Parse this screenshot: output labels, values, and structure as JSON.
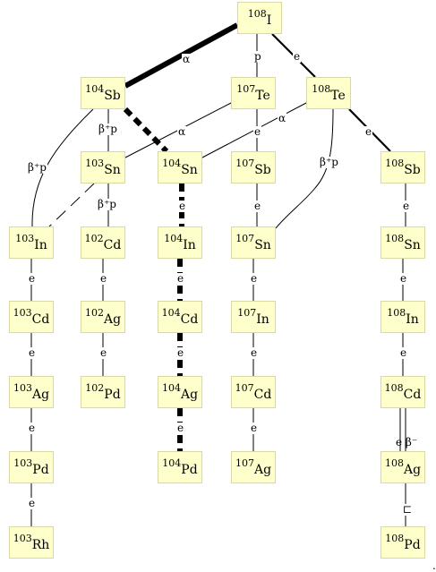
{
  "nodes": [
    {
      "id": "I108",
      "mass": "108",
      "symbol": "I"
    },
    {
      "id": "Sb104",
      "mass": "104",
      "symbol": "Sb"
    },
    {
      "id": "Te107",
      "mass": "107",
      "symbol": "Te"
    },
    {
      "id": "Te108",
      "mass": "108",
      "symbol": "Te"
    },
    {
      "id": "Sn103",
      "mass": "103",
      "symbol": "Sn"
    },
    {
      "id": "Sn104",
      "mass": "104",
      "symbol": "Sn"
    },
    {
      "id": "Sb107",
      "mass": "107",
      "symbol": "Sb"
    },
    {
      "id": "Sb108",
      "mass": "108",
      "symbol": "Sb"
    },
    {
      "id": "In103",
      "mass": "103",
      "symbol": "In"
    },
    {
      "id": "Cd102",
      "mass": "102",
      "symbol": "Cd"
    },
    {
      "id": "In104",
      "mass": "104",
      "symbol": "In"
    },
    {
      "id": "Sn107",
      "mass": "107",
      "symbol": "Sn"
    },
    {
      "id": "Sn108",
      "mass": "108",
      "symbol": "Sn"
    },
    {
      "id": "Cd103",
      "mass": "103",
      "symbol": "Cd"
    },
    {
      "id": "Ag102",
      "mass": "102",
      "symbol": "Ag"
    },
    {
      "id": "Cd104",
      "mass": "104",
      "symbol": "Cd"
    },
    {
      "id": "In107",
      "mass": "107",
      "symbol": "In"
    },
    {
      "id": "In108",
      "mass": "108",
      "symbol": "In"
    },
    {
      "id": "Ag103",
      "mass": "103",
      "symbol": "Ag"
    },
    {
      "id": "Pd102",
      "mass": "102",
      "symbol": "Pd"
    },
    {
      "id": "Ag104",
      "mass": "104",
      "symbol": "Ag"
    },
    {
      "id": "Cd107",
      "mass": "107",
      "symbol": "Cd"
    },
    {
      "id": "Cd108",
      "mass": "108",
      "symbol": "Cd"
    },
    {
      "id": "Pd103",
      "mass": "103",
      "symbol": "Pd"
    },
    {
      "id": "Pd104",
      "mass": "104",
      "symbol": "Pd"
    },
    {
      "id": "Ag107",
      "mass": "107",
      "symbol": "Ag"
    },
    {
      "id": "Ag108",
      "mass": "108",
      "symbol": "Ag"
    },
    {
      "id": "Rh103",
      "mass": "103",
      "symbol": "Rh"
    },
    {
      "id": "Pd108",
      "mass": "108",
      "symbol": "Pd"
    }
  ],
  "edges": [
    {
      "from": "I108",
      "to": "Sb104",
      "mode": "α",
      "weight": "heavy"
    },
    {
      "from": "I108",
      "to": "Te107",
      "mode": "p",
      "weight": "normal"
    },
    {
      "from": "I108",
      "to": "Te108",
      "mode": "e",
      "weight": "medium"
    },
    {
      "from": "Sb104",
      "to": "In103",
      "mode": "β⁺p",
      "weight": "normal"
    },
    {
      "from": "Sb104",
      "to": "Sn103",
      "mode": "β⁺p",
      "weight": "normal"
    },
    {
      "from": "Sb104",
      "to": "Sn104",
      "mode": "",
      "weight": "heavy-dashed"
    },
    {
      "from": "Te107",
      "to": "Sn103",
      "mode": "α",
      "weight": "normal"
    },
    {
      "from": "Te107",
      "to": "Sb107",
      "mode": "e",
      "weight": "normal"
    },
    {
      "from": "Te108",
      "to": "Sn104",
      "mode": "α",
      "weight": "normal"
    },
    {
      "from": "Te108",
      "to": "Sn107",
      "mode": "β⁺p",
      "weight": "normal"
    },
    {
      "from": "Te108",
      "to": "Sb108",
      "mode": "e",
      "weight": "medium"
    },
    {
      "from": "Sn103",
      "to": "In103",
      "mode": "",
      "weight": "normal"
    },
    {
      "from": "Sn103",
      "to": "Cd102",
      "mode": "β⁺p",
      "weight": "normal"
    },
    {
      "from": "Sn104",
      "to": "In104",
      "mode": "e",
      "weight": "heavy-dashed"
    },
    {
      "from": "Sb107",
      "to": "Sn107",
      "mode": "e",
      "weight": "normal"
    },
    {
      "from": "Sb108",
      "to": "Sn108",
      "mode": "e",
      "weight": "normal"
    },
    {
      "from": "In103",
      "to": "Cd103",
      "mode": "e",
      "weight": "normal"
    },
    {
      "from": "Cd102",
      "to": "Ag102",
      "mode": "e",
      "weight": "normal"
    },
    {
      "from": "In104",
      "to": "Cd104",
      "mode": "e",
      "weight": "heavy-dashed"
    },
    {
      "from": "Sn107",
      "to": "In107",
      "mode": "e",
      "weight": "normal"
    },
    {
      "from": "Sn108",
      "to": "In108",
      "mode": "e",
      "weight": "normal"
    },
    {
      "from": "Cd103",
      "to": "Ag103",
      "mode": "e",
      "weight": "normal"
    },
    {
      "from": "Ag102",
      "to": "Pd102",
      "mode": "e",
      "weight": "normal"
    },
    {
      "from": "Cd104",
      "to": "Ag104",
      "mode": "e",
      "weight": "heavy-dashed"
    },
    {
      "from": "In107",
      "to": "Cd107",
      "mode": "e",
      "weight": "normal"
    },
    {
      "from": "In108",
      "to": "Cd108",
      "mode": "e",
      "weight": "normal"
    },
    {
      "from": "Ag103",
      "to": "Pd103",
      "mode": "e",
      "weight": "normal"
    },
    {
      "from": "Ag104",
      "to": "Pd104",
      "mode": "e",
      "weight": "heavy-dashed"
    },
    {
      "from": "Cd107",
      "to": "Ag107",
      "mode": "e",
      "weight": "normal"
    },
    {
      "from": "Cd108",
      "to": "Ag108",
      "mode": "e β⁻",
      "weight": "double"
    },
    {
      "from": "Pd103",
      "to": "Rh103",
      "mode": "e",
      "weight": "normal"
    },
    {
      "from": "Ag108",
      "to": "Pd108",
      "mode": "⊏",
      "weight": "normal"
    }
  ],
  "colors": {
    "node_fill": "#ffffcc",
    "node_border": "#d9d9a6",
    "line": "#000000",
    "background": "#ffffff"
  },
  "trailing_mark": "."
}
